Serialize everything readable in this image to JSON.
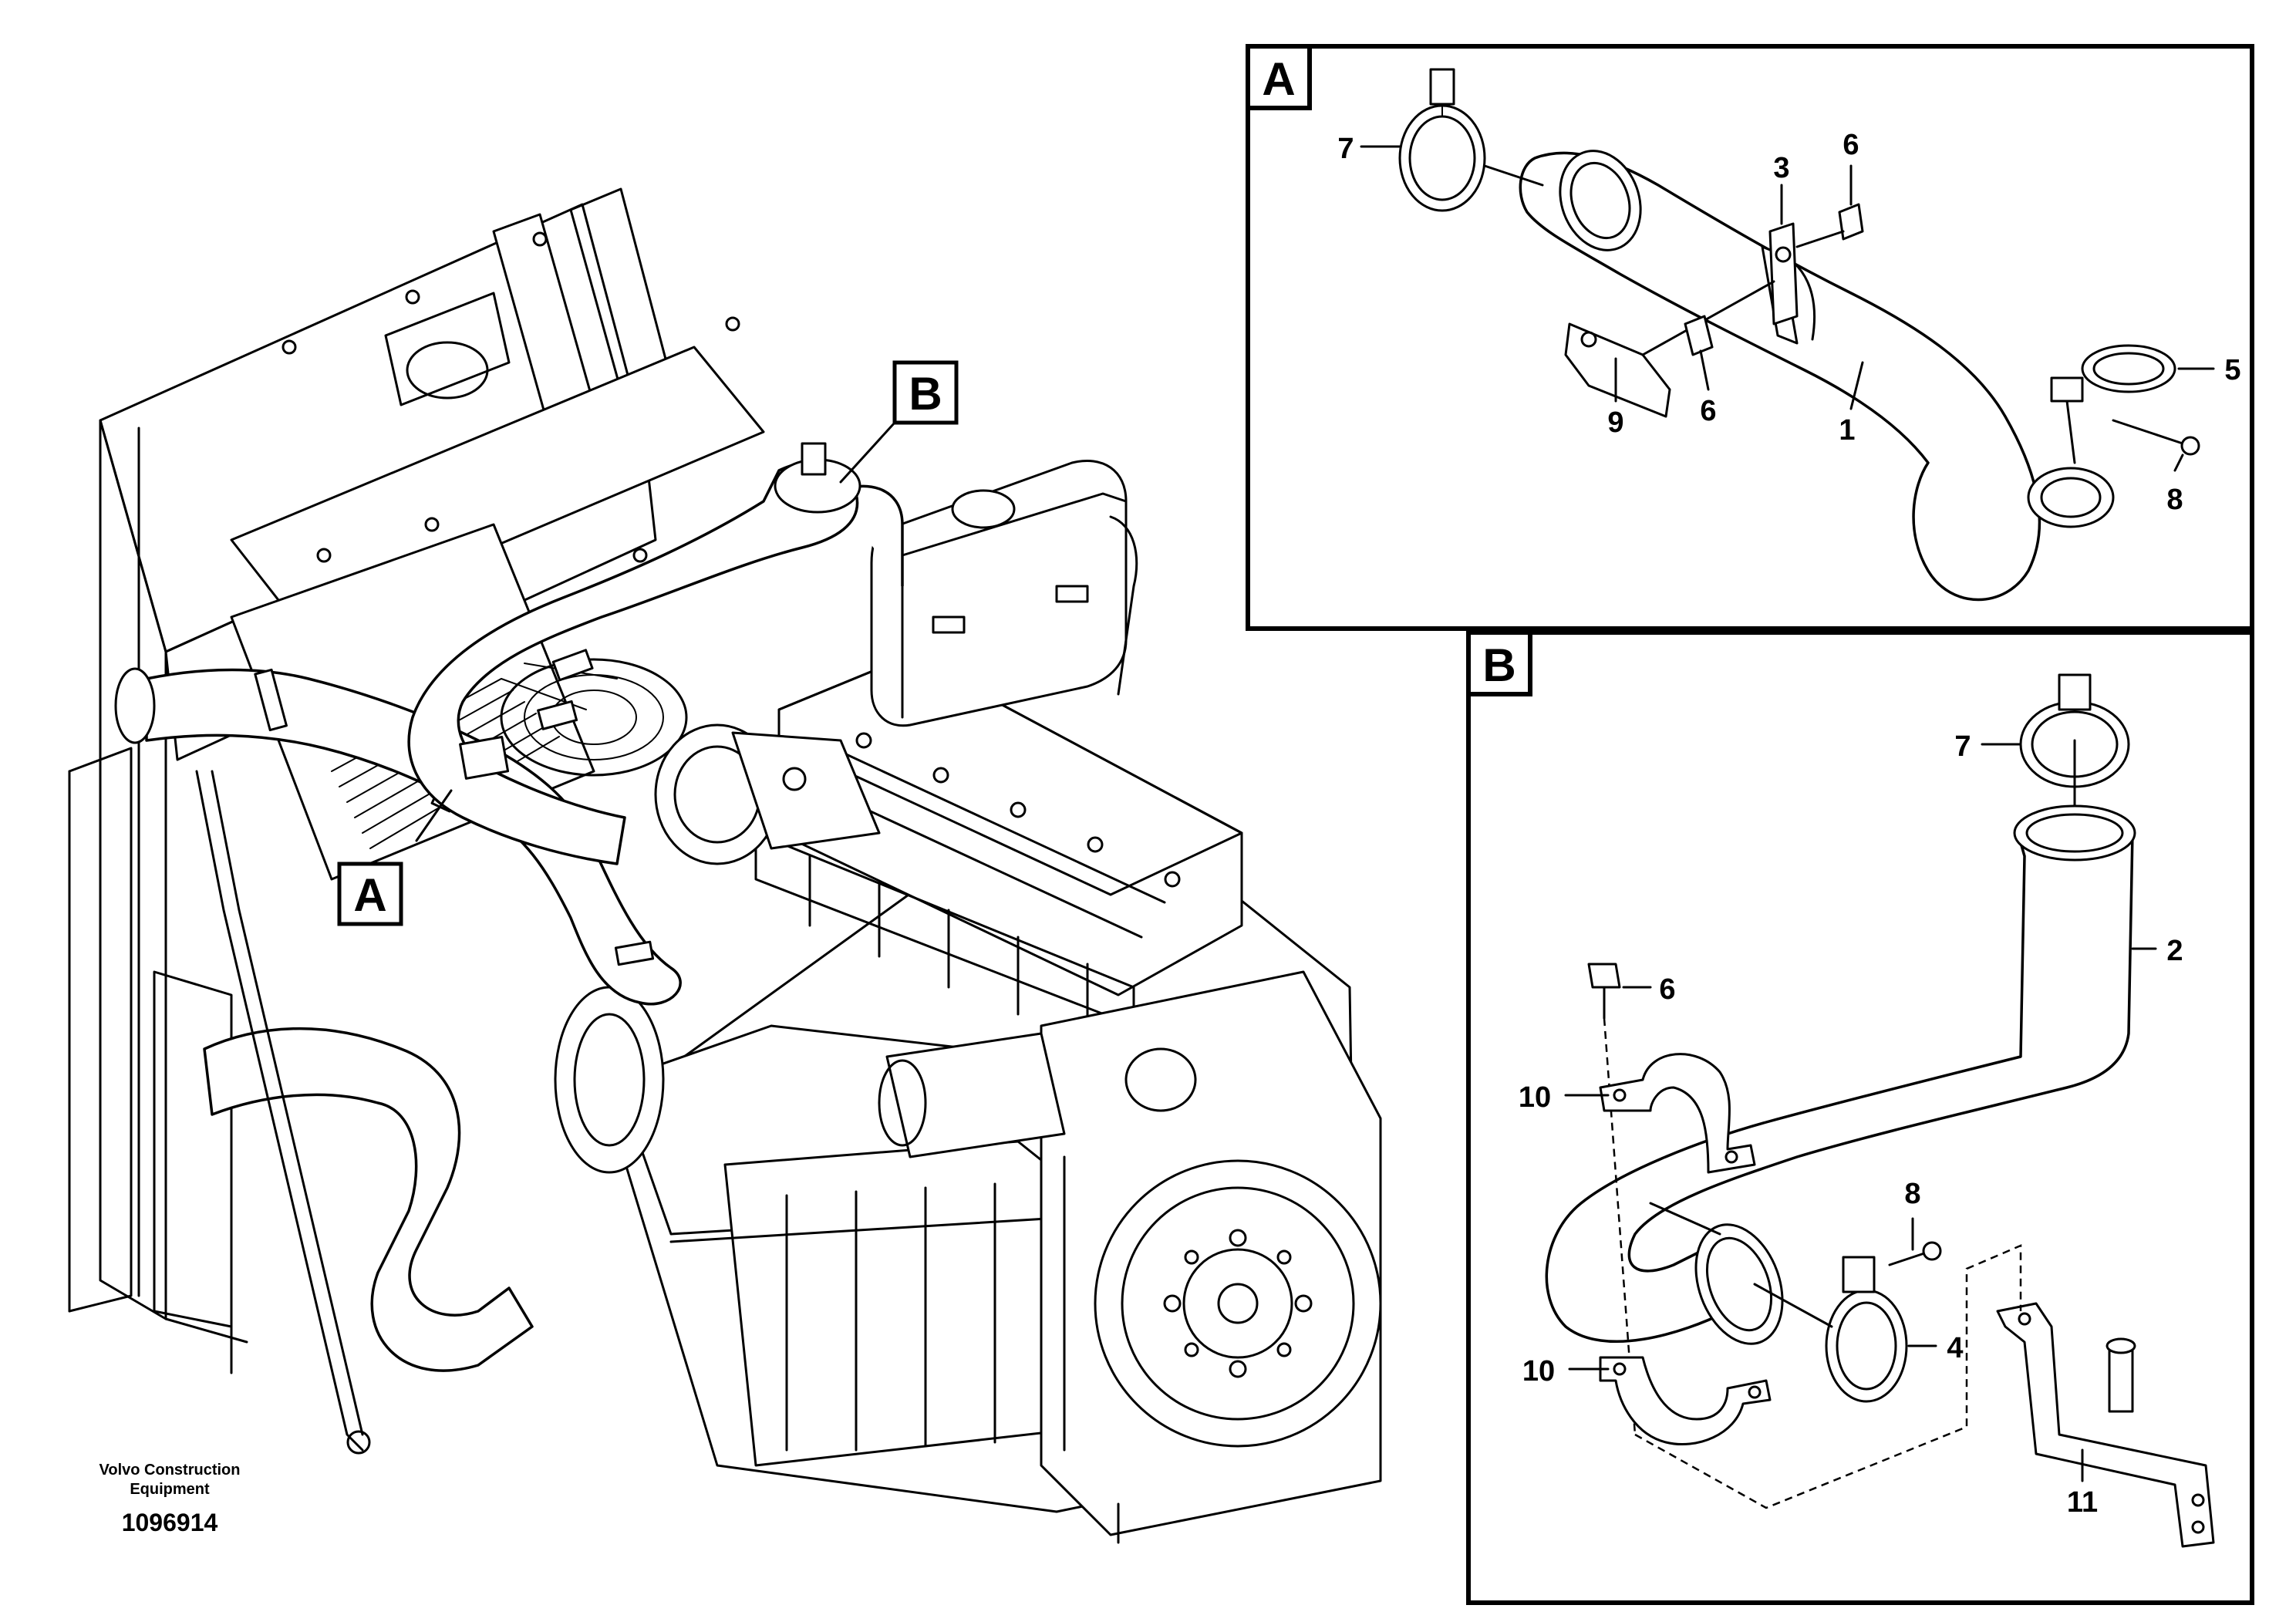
{
  "overview": {
    "view_labels": [
      "A",
      "B"
    ]
  },
  "panel_a": {
    "letter": "A",
    "callouts": [
      "7",
      "3",
      "6",
      "9",
      "6",
      "1",
      "5",
      "8"
    ]
  },
  "panel_b": {
    "letter": "B",
    "callouts": [
      "7",
      "2",
      "6",
      "10",
      "8",
      "10",
      "4",
      "11"
    ]
  },
  "footer": {
    "company_line1": "Volvo Construction",
    "company_line2": "Equipment",
    "drawing_number": "1096914"
  }
}
